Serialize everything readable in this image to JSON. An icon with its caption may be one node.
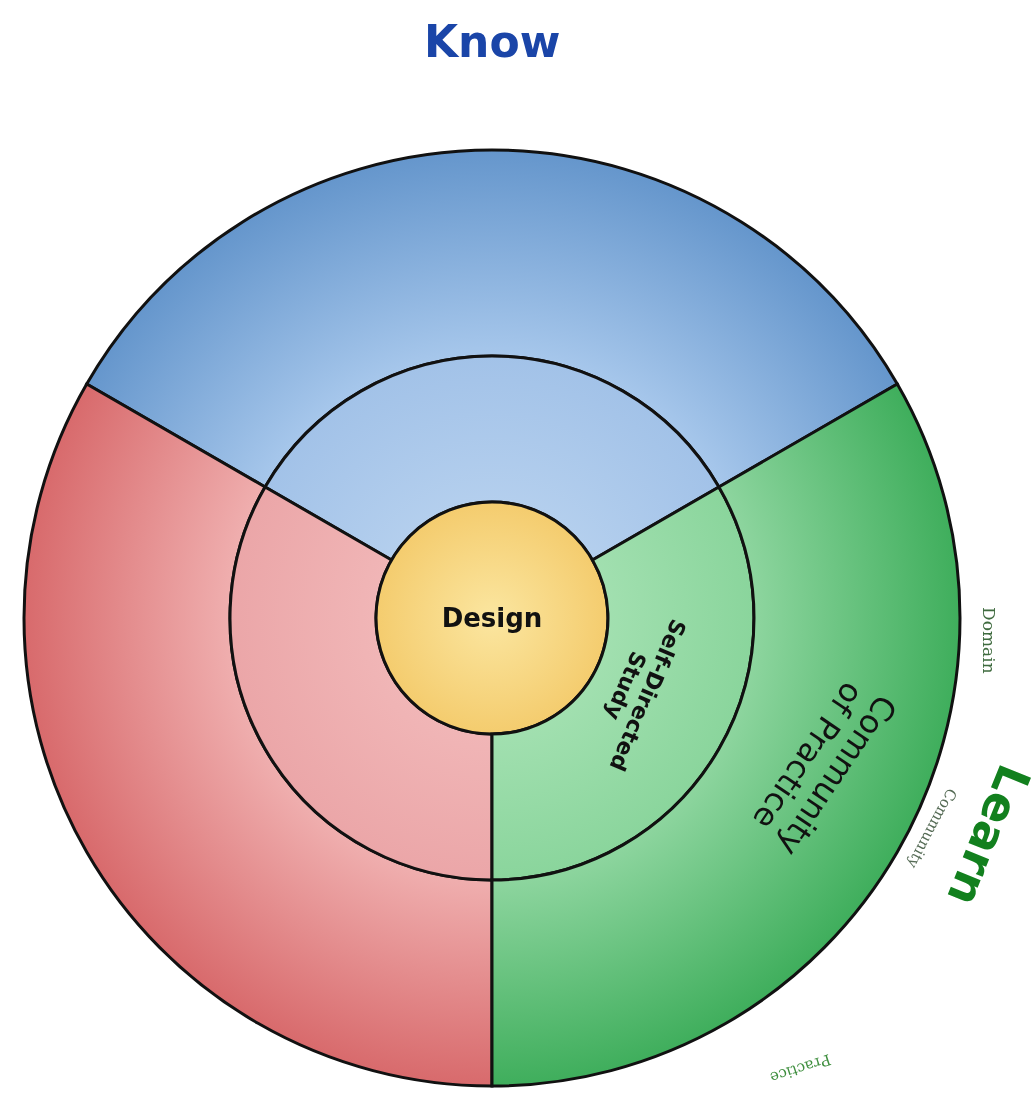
{
  "diagram": {
    "nodes": [
      {
        "text": [],
        "shape": "sector"
      },
      {
        "text": [],
        "shape": "sector"
      },
      {
        "text": [],
        "shape": "sector"
      },
      {
        "text": [],
        "shape": "sector"
      },
      {
        "text": [
          "Design"
        ]
      },
      {
        "text": [
          "Self-Directed Study"
        ]
      },
      {
        "text": [
          "Community of Practice"
        ]
      }
    ],
    "labels": [
      "Know",
      "Domain",
      "Learn",
      "Community",
      "Practice"
    ]
  }
}
